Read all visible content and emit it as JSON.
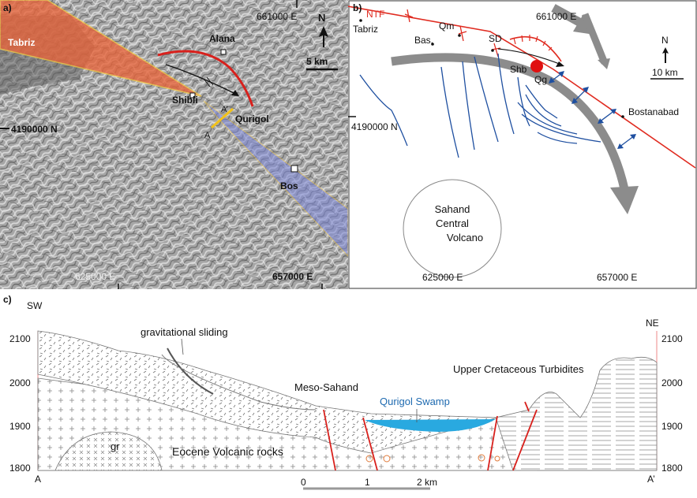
{
  "panel_a": {
    "label": "a)",
    "coord_top": "661000 E",
    "coord_left": "4190000 N",
    "coord_bottom_left": "625000 E",
    "coord_bottom_right": "657000 E",
    "north": "N",
    "scale": "5 km",
    "places": {
      "tabriz": "Tabriz",
      "alana": "Alana",
      "shibli": "Shibli",
      "qurigol": "Qurigol",
      "bos": "Bos",
      "a": "A",
      "a_prime": "A’"
    },
    "colors": {
      "orange_zone": "#e8643a",
      "blue_zone": "#7b86d8",
      "fault": "#d8201c",
      "section_line": "#f2c21a"
    }
  },
  "panel_b": {
    "label": "b)",
    "ntf": "NTF",
    "tabriz": "Tabriz",
    "qm": "Qm",
    "bas": "Bas.",
    "sd": "SD",
    "shb": "Shb",
    "qg": "Qg",
    "bostanabad": "Bostanabad",
    "coord_top": "661000 E",
    "coord_left": "4190000 N",
    "coord_bottom_left": "625000 E",
    "coord_bottom_right": "657000 E",
    "north": "N",
    "scale": "10 km",
    "volcano": [
      "Sahand",
      "Central",
      "Volcano"
    ],
    "colors": {
      "fault": "#e02b20",
      "drainage": "#1e4fa0",
      "arrow": "#8c8c8c",
      "shb_marker": "#e01010"
    }
  },
  "panel_c": {
    "label": "c)",
    "sw": "SW",
    "ne": "NE",
    "elevations_left": [
      "2100",
      "2000",
      "1900",
      "1800"
    ],
    "elevations_right": [
      "2100",
      "2000",
      "1900",
      "1800"
    ],
    "gravitational_sliding": "gravitational sliding",
    "meso_sahand": "Meso-Sahand",
    "qurigol_swamp": "Qurigol Swamp",
    "upper_cretaceous": "Upper Cretaceous Turbidites",
    "eocene": "Eocene Volcanic rocks",
    "gr": "gr",
    "a": "A",
    "a_prime": "A’",
    "scale_0": "0",
    "scale_1": "1",
    "scale_2": "2 km",
    "colors": {
      "swamp": "#29a9e0",
      "fault": "#d8201c",
      "swamp_text": "#1e6ab0"
    }
  }
}
